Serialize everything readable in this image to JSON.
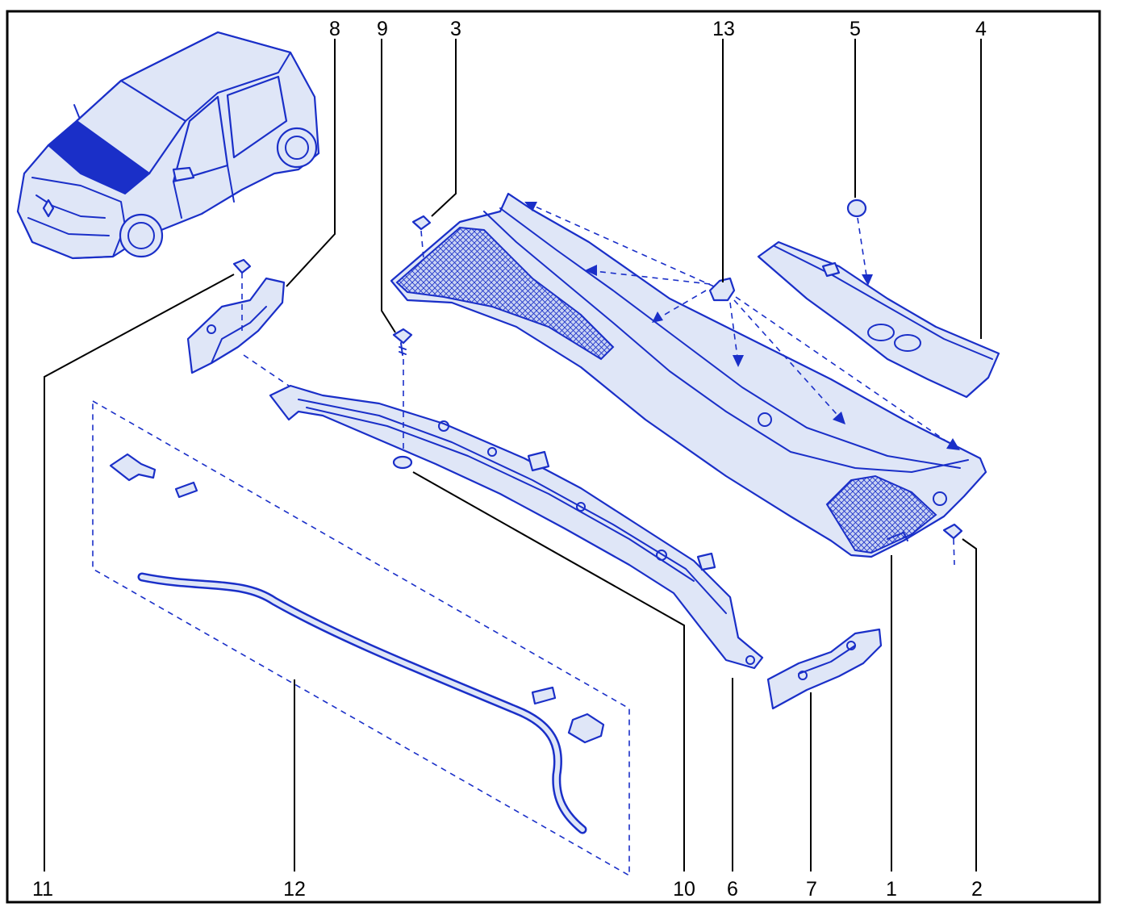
{
  "callouts": {
    "c1": "1",
    "c2": "2",
    "c3": "3",
    "c4": "4",
    "c5": "5",
    "c6": "6",
    "c7": "7",
    "c8": "8",
    "c9": "9",
    "c10": "10",
    "c11": "11",
    "c12": "12",
    "c13": "13"
  },
  "colors": {
    "line": "#1a2fc8",
    "fill": "#dfe6f7",
    "hood_highlight": "#1a2fc8",
    "border": "#000000"
  }
}
